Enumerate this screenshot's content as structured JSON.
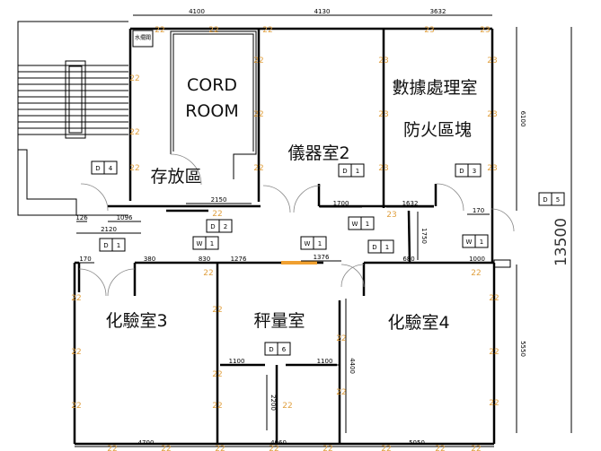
{
  "rooms": {
    "cord_room_line1": "CORD",
    "cord_room_line2": "ROOM",
    "storage": "存放區",
    "instrument_room_2": "儀器室2",
    "data_room": "數據處理室",
    "fire_zone": "防火區塊",
    "lab_3": "化驗室3",
    "weighing_room": "秤量室",
    "lab_4": "化驗室4",
    "valve_label": "水擺閥"
  },
  "total_dimension": "13500",
  "dimensions": [
    "4100",
    "4130",
    "3632",
    "6100",
    "2120",
    "126",
    "1096",
    "2150",
    "1700",
    "1632",
    "170",
    "1750",
    "170",
    "380",
    "830",
    "1276",
    "1376",
    "680",
    "1000",
    "1100",
    "1100",
    "2200",
    "4400",
    "5550",
    "4700",
    "4060",
    "5050"
  ],
  "tags": [
    {
      "type": "D",
      "num": "4"
    },
    {
      "type": "D",
      "num": "2"
    },
    {
      "type": "D",
      "num": "1"
    },
    {
      "type": "D",
      "num": "3"
    },
    {
      "type": "D",
      "num": "5"
    },
    {
      "type": "W",
      "num": "1"
    },
    {
      "type": "D",
      "num": "1"
    },
    {
      "type": "W",
      "num": "1"
    },
    {
      "type": "W",
      "num": "1"
    },
    {
      "type": "D",
      "num": "1"
    },
    {
      "type": "W",
      "num": "1"
    },
    {
      "type": "D",
      "num": "6"
    }
  ],
  "wall_markers": [
    "22",
    "23"
  ],
  "colors": {
    "wall": "#000000",
    "marker": "#e0a040",
    "window": "#f0a030"
  }
}
